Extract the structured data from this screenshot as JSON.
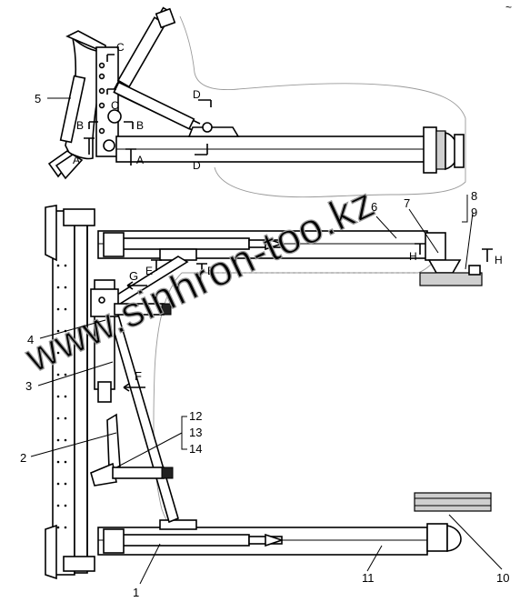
{
  "corner_mark": "~",
  "watermark": "www.sinhron-too.kz",
  "callouts": [
    {
      "id": "1",
      "text": "1"
    },
    {
      "id": "2",
      "text": "2"
    },
    {
      "id": "3",
      "text": "3"
    },
    {
      "id": "4",
      "text": "4"
    },
    {
      "id": "5",
      "text": "5"
    },
    {
      "id": "6",
      "text": "6"
    },
    {
      "id": "7",
      "text": "7"
    },
    {
      "id": "8",
      "text": "8"
    },
    {
      "id": "9",
      "text": "9"
    },
    {
      "id": "10",
      "text": "10"
    },
    {
      "id": "11",
      "text": "11"
    },
    {
      "id": "12",
      "text": "12"
    },
    {
      "id": "13",
      "text": "13"
    },
    {
      "id": "14",
      "text": "14"
    }
  ],
  "sections": {
    "A": "A",
    "B": "B",
    "C": "C",
    "D": "D",
    "E": "E",
    "F": "F",
    "G": "G",
    "H": "H"
  }
}
